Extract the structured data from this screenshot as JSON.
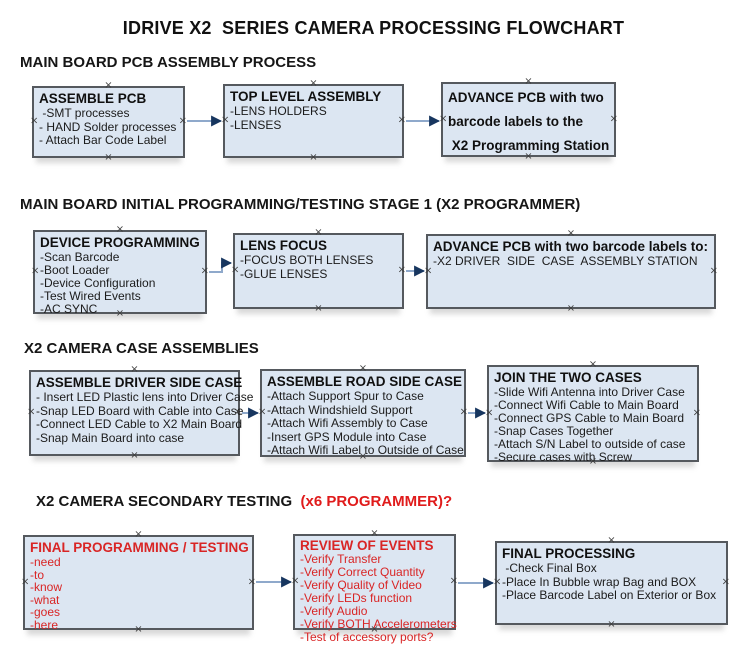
{
  "title": "IDRIVE X2  SERIES CAMERA PROCESSING FLOWCHART",
  "colors": {
    "box_fill": "#dce6f2",
    "box_border": "#55595e",
    "arrow_line": "#8fa9cb",
    "arrow_head": "#17365f",
    "red_text": "#d92525",
    "heading_red": "#e01b1b",
    "text": "#1b1b1b"
  },
  "sections": [
    {
      "heading": "MAIN BOARD PCB ASSEMBLY PROCESS"
    },
    {
      "heading": "MAIN BOARD INITIAL PROGRAMMING/TESTING STAGE 1 (X2 PROGRAMMER)"
    },
    {
      "heading": "X2 CAMERA CASE ASSEMBLIES"
    },
    {
      "heading_black": "X2 CAMERA SECONDARY TESTING",
      "heading_red": "  (x6 PROGRAMMER)?"
    }
  ],
  "boxes": [
    {
      "title": "ASSEMBLE PCB",
      "items": [
        " -SMT processes",
        "- HAND Solder processes",
        "- Attach Bar Code Label"
      ]
    },
    {
      "title": "TOP LEVEL ASSEMBLY",
      "items": [
        "-LENS HOLDERS",
        "-LENSES"
      ]
    },
    {
      "title_lines": [
        "ADVANCE PCB with two",
        "barcode labels to the",
        " X2 Programming Station"
      ],
      "items": []
    },
    {
      "title": "DEVICE PROGRAMMING",
      "items": [
        "-Scan Barcode",
        "-Boot Loader",
        "-Device Configuration",
        "-Test Wired Events",
        "-AC SYNC"
      ]
    },
    {
      "title": "LENS FOCUS",
      "items": [
        "-FOCUS BOTH LENSES",
        "-GLUE LENSES"
      ]
    },
    {
      "title": "ADVANCE PCB with two barcode labels to:",
      "items": [
        "-X2 DRIVER  SIDE  CASE  ASSEMBLY STATION"
      ]
    },
    {
      "title": "ASSEMBLE DRIVER SIDE CASE",
      "items": [
        "- Insert LED Plastic lens into Driver Case",
        "-Snap LED Board with Cable into Case",
        "-Connect LED Cable to X2 Main Board",
        "-Snap Main Board into case"
      ]
    },
    {
      "title": "ASSEMBLE ROAD SIDE CASE",
      "items": [
        "-Attach Support Spur to Case",
        "-Attach Windshield Support",
        "-Attach Wifi Assembly to Case",
        "-Insert GPS Module into Case",
        "-Attach Wifi Label to Outside of Case"
      ]
    },
    {
      "title": "JOIN THE TWO CASES",
      "items": [
        "-Slide Wifi Antenna into Driver Case",
        "-Connect Wifi Cable to Main Board",
        "-Connect GPS Cable to Main Board",
        "-Snap Cases Together",
        "-Attach S/N Label to outside of case",
        "-Secure cases with Screw"
      ]
    },
    {
      "title": "FINAL PROGRAMMING / TESTING",
      "red": true,
      "items": [
        "-need",
        "-to",
        "-know",
        "-what",
        "-goes",
        "-here"
      ]
    },
    {
      "title": "REVIEW OF EVENTS",
      "red": true,
      "items": [
        "-Verify Transfer",
        "-Verify Correct Quantity",
        "-Verify Quality of Video",
        "-Verify LEDs function",
        "-Verify Audio",
        "-Verify BOTH Accelerometers",
        "-Test of accessory ports?"
      ]
    },
    {
      "title": "FINAL PROCESSING",
      "items": [
        " -Check Final Box",
        "-Place In Bubble wrap Bag and BOX",
        "-Place Barcode Label on Exterior or Box"
      ]
    }
  ]
}
